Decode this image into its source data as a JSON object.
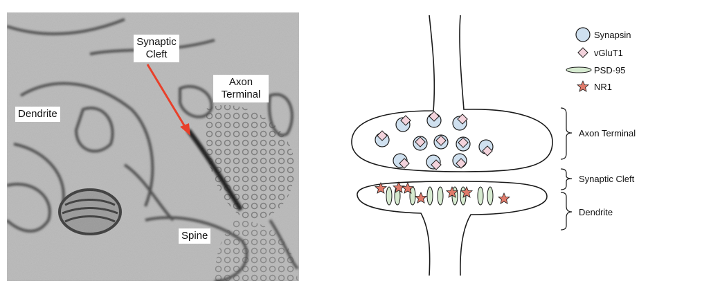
{
  "micrograph": {
    "labels": {
      "synaptic_cleft": [
        "Synaptic",
        "Cleft"
      ],
      "axon_terminal": [
        "Axon",
        "Terminal"
      ],
      "dendrite": "Dendrite",
      "spine": "Spine"
    },
    "arrow_color": "#e8402a"
  },
  "legend": {
    "items": [
      {
        "label": "Synapsin",
        "icon": "circle-icon",
        "color": "#cfe0ef"
      },
      {
        "label": "vGluT1",
        "icon": "diamond-icon",
        "color": "#f3d3dc"
      },
      {
        "label": "PSD-95",
        "icon": "ellipse-icon",
        "color": "#d6ead0"
      },
      {
        "label": "NR1",
        "icon": "star-icon",
        "color": "#e07a6a"
      }
    ]
  },
  "regions": {
    "axon_terminal": "Axon Terminal",
    "synaptic_cleft": "Synaptic Cleft",
    "dendrite": "Dendrite"
  },
  "colors": {
    "outline": "#1a1a1a",
    "synapsin": "#cfe0ef",
    "vglut1": "#f3d3dc",
    "psd95": "#d6ead0",
    "nr1": "#e07a6a"
  }
}
